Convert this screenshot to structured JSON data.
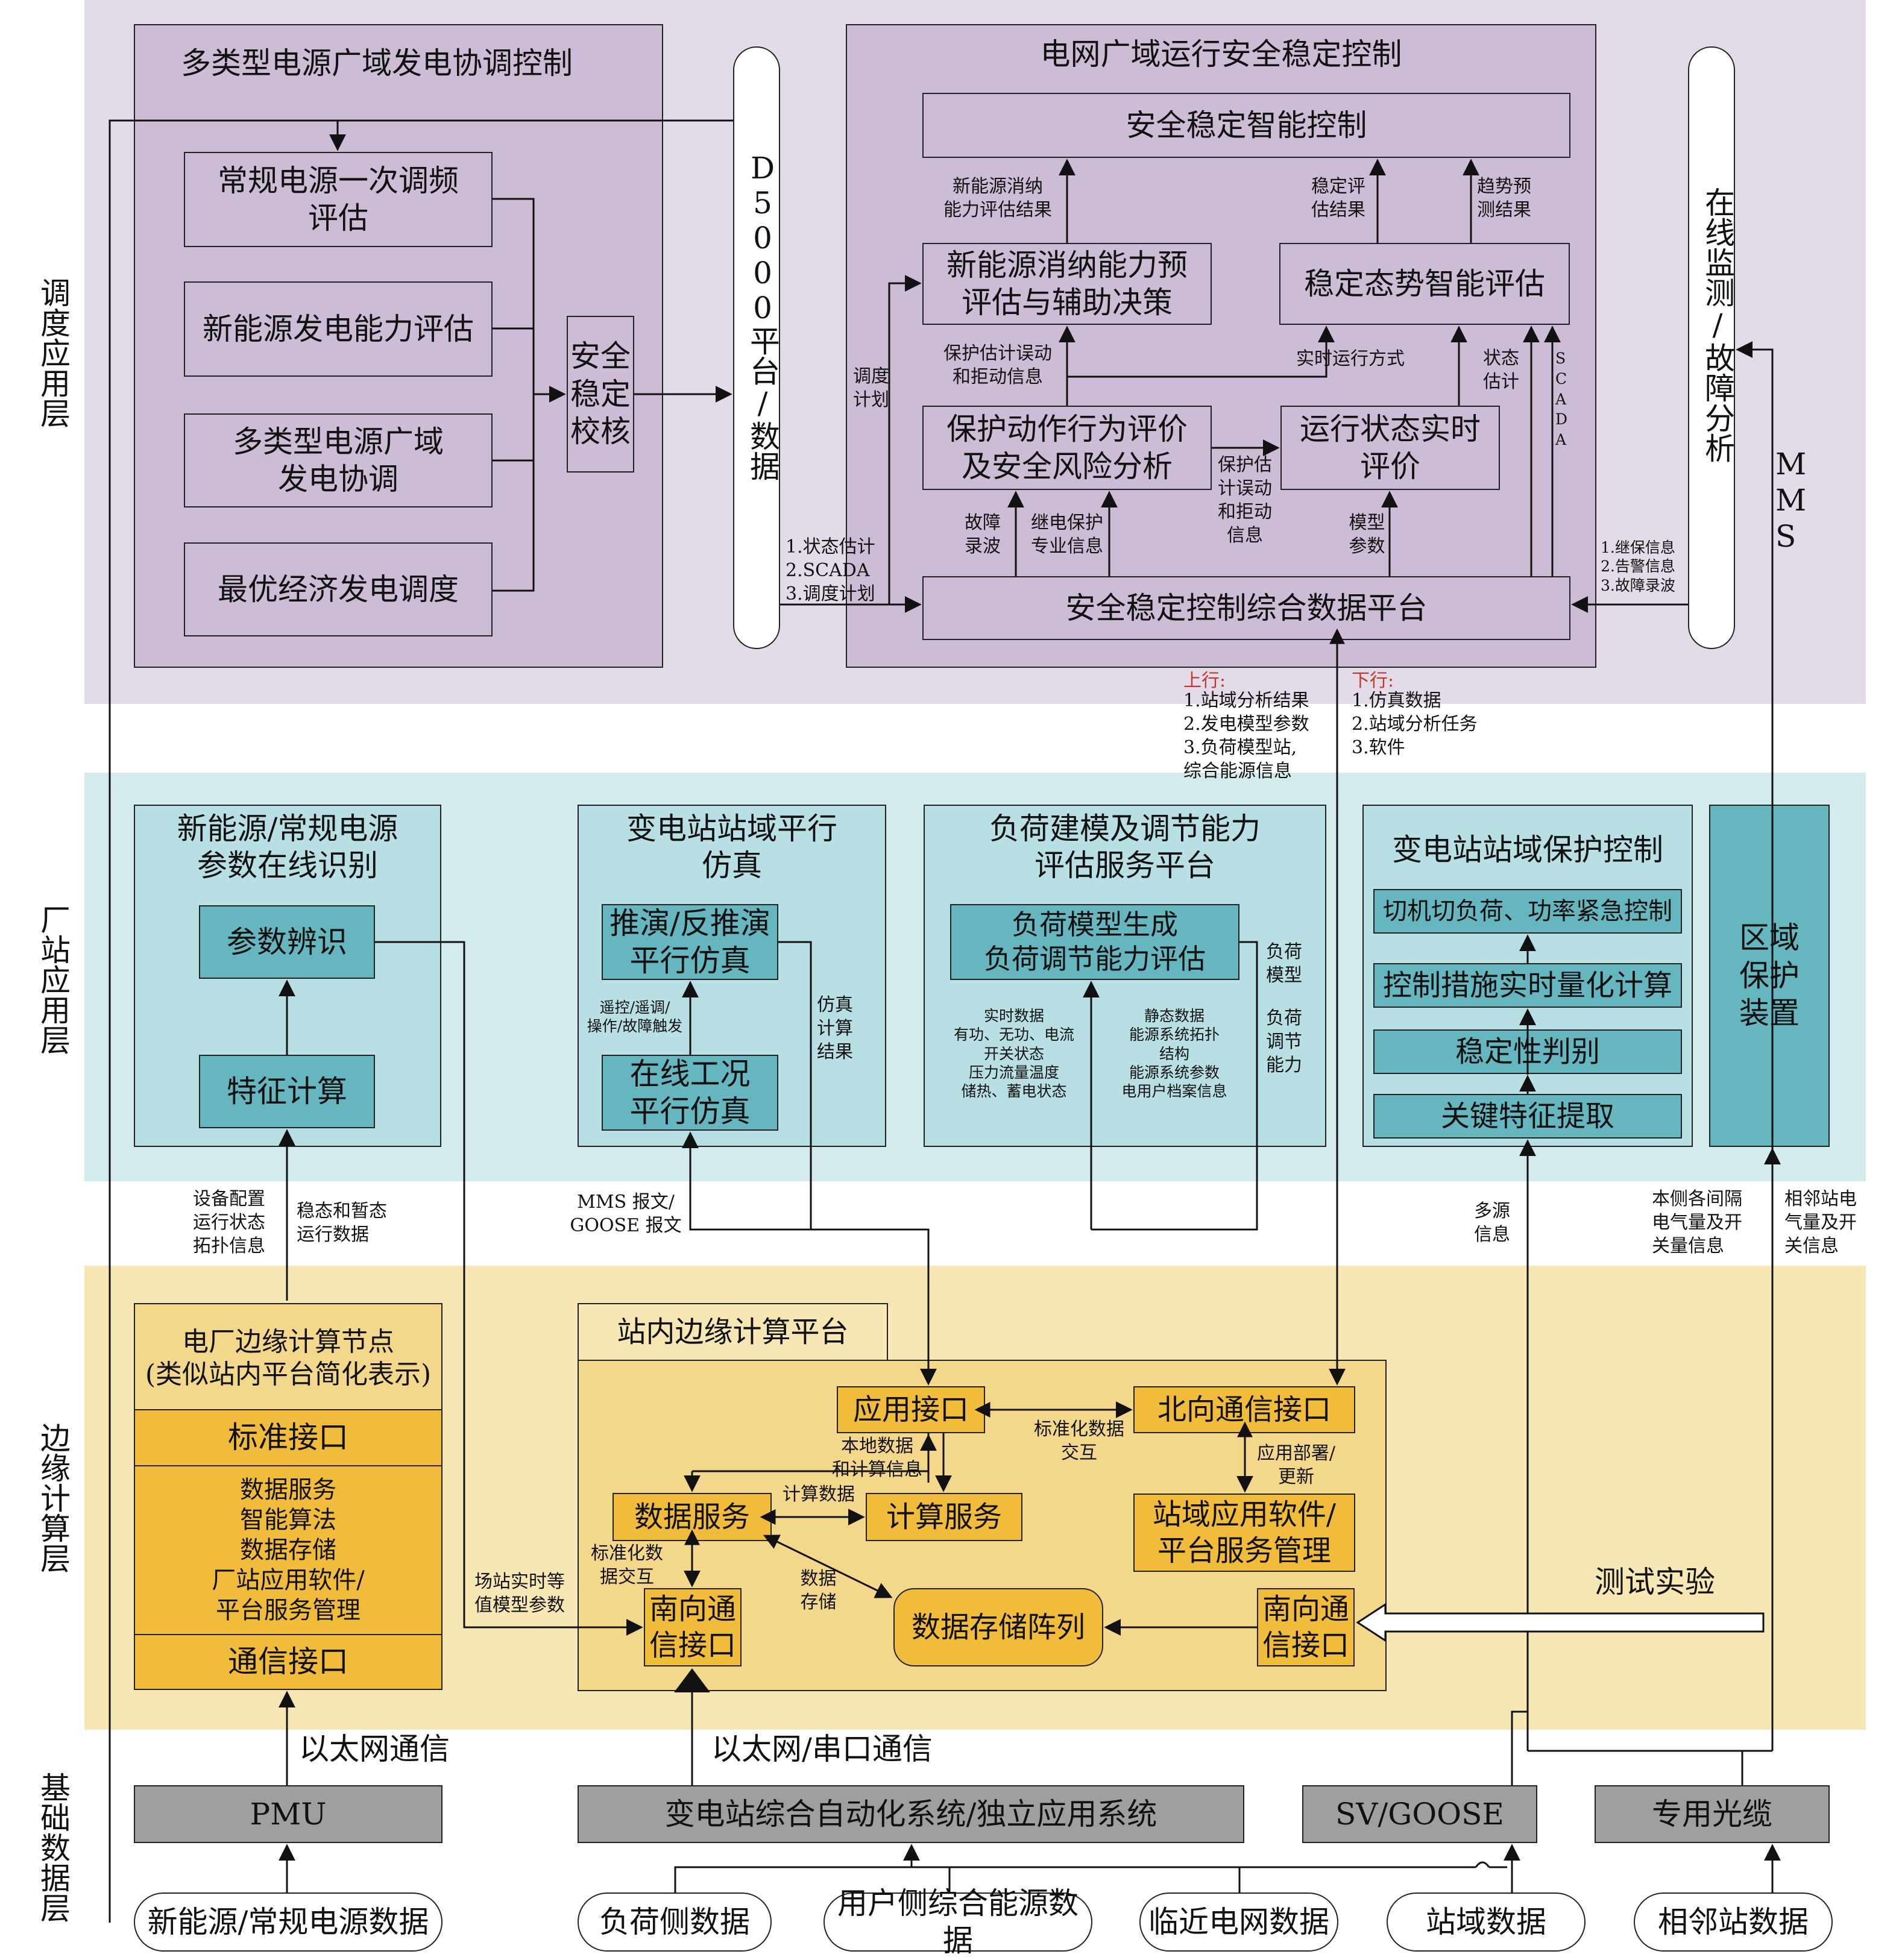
{
  "layers": {
    "dispatch": "调度应用层",
    "station": "厂站应用层",
    "edge": "边缘计算层",
    "base": "基础数据层"
  },
  "colors": {
    "purple": "#cdbcd6",
    "teal": "#66b6c0",
    "gold": "#f1bb3c",
    "gray": "#9f9f9f",
    "red_text": "#c0392b"
  },
  "dispatch": {
    "multi_title": "多类型电源广域发电协调控制",
    "multi_items": [
      "常规电源一次调频\n评估",
      "新能源发电能力评估",
      "多类型电源广域\n发电协调",
      "最优经济发电调度"
    ],
    "safety_check": "安全\n稳定\n校核",
    "d5000": "D5000平台/数据",
    "grid_title": "电网广域运行安全稳定控制",
    "intel_ctrl": "安全稳定智能控制",
    "renew_eval": "新能源消纳能力预\n评估与辅助决策",
    "stab_eval": "稳定态势智能评估",
    "protect_eval": "保护动作行为评价\n及安全风险分析",
    "oper_eval": "运行状态实时\n评价",
    "data_platform": "安全稳定控制综合数据平台",
    "online_monitor": "在线监测/故障分析",
    "lbl_renew_result": "新能源消纳\n能力评估结果",
    "lbl_stab_result": "稳定评\n估结果",
    "lbl_trend_result": "趋势预\n测结果",
    "lbl_sched_plan": "调度\n计划",
    "lbl_protect_info": "保护估计误动\n和拒动信息",
    "lbl_realtime_mode": "实时运行方式",
    "lbl_state_est": "状态\n估计",
    "lbl_scada_v": "SCADA",
    "lbl_protect_info2": "保护估\n计误动\n和拒动\n信息",
    "lbl_fault_wave": "故障\n录波",
    "lbl_relay_info": "继电保护\n专业信息",
    "lbl_model_param": "模型\n参数",
    "lbl_d5000_out": "1.状态估计\n2.SCADA\n3.调度计划",
    "lbl_mms_in": "1.继保信息\n2.告警信息\n3.故障录波",
    "lbl_mms": "MMS"
  },
  "updown": {
    "up_title": "上行:",
    "up_items": "1.站域分析结果\n2.发电模型参数\n3.负荷模型站,\n综合能源信息",
    "down_title": "下行:",
    "down_items": "1.仿真数据\n2.站域分析任务\n3.软件"
  },
  "station": {
    "param_title": "新能源/常规电源\n参数在线识别",
    "param_ident": "参数辨识",
    "feature_calc": "特征计算",
    "sub_sim_title": "变电站站域平行\n仿真",
    "deduce_sim": "推演/反推演\n平行仿真",
    "online_sim": "在线工况\n平行仿真",
    "lbl_remote": "遥控/遥调/\n操作/故障触发",
    "lbl_sim_result": "仿真\n计算\n结果",
    "load_title": "负荷建模及调节能力\n评估服务平台",
    "load_model": "负荷模型生成\n负荷调节能力评估",
    "lbl_load_model": "负荷\n模型",
    "lbl_load_adjust": "负荷\n调节\n能力",
    "lbl_realtime_data": "实时数据\n有功、无功、电流\n开关状态\n压力流量温度\n储热、蓄电状态",
    "lbl_static_data": "静态数据\n能源系统拓扑\n结构\n能源系统参数\n电用户档案信息",
    "protect_title": "变电站站域保护控制",
    "protect_items": [
      "切机切负荷、功率紧急控制",
      "控制措施实时量化计算",
      "稳定性判别",
      "关键特征提取"
    ],
    "region_protect": "区域\n保护\n装置"
  },
  "mid_labels": {
    "device_cfg": "设备配置\n运行状态\n拓扑信息",
    "steady_trans": "稳态和暂态\n运行数据",
    "mms_goose": "MMS 报文/\nGOOSE 报文",
    "multi_source": "多源\n信息",
    "local_bay": "本侧各间隔\n电气量及开\n关量信息",
    "adjacent_station": "相邻站电\n气量及开\n关信息"
  },
  "edge": {
    "plant_title": "电厂边缘计算节点\n(类似站内平台简化表示)",
    "plant_std_if": "标准接口",
    "plant_mid": "数据服务\n智能算法\n数据存储\n厂站应用软件/\n平台服务管理",
    "plant_comm_if": "通信接口",
    "station_title": "站内边缘计算平台",
    "app_if": "应用接口",
    "north_if": "北向通信接口",
    "data_service": "数据服务",
    "compute_service": "计算服务",
    "station_app": "站域应用软件/\n平台服务管理",
    "south_if_left": "南向通\n信接口",
    "storage_array": "数据存储阵列",
    "south_if_right": "南向通\n信接口",
    "lbl_local_data": "本地数据\n和计算信息",
    "lbl_std_exchange": "标准化数据\n交互",
    "lbl_app_deploy": "应用部署/\n更新",
    "lbl_compute_data": "计算数据",
    "lbl_std_exchange2": "标准化数\n据交互",
    "lbl_data_store": "数据\n存储",
    "lbl_plant_equiv": "场站实时等\n值模型参数",
    "test": "测试实验"
  },
  "base": {
    "pmu": "PMU",
    "substation_sys": "变电站综合自动化系统/独立应用系统",
    "sv_goose": "SV/GOOSE",
    "fiber": "专用光缆",
    "lbl_ethernet": "以太网通信",
    "lbl_ethernet_serial": "以太网/串口通信",
    "sources": [
      "新能源/常规电源数据",
      "负荷侧数据",
      "用户侧综合能源数据",
      "临近电网数据",
      "站域数据",
      "相邻站数据"
    ]
  }
}
